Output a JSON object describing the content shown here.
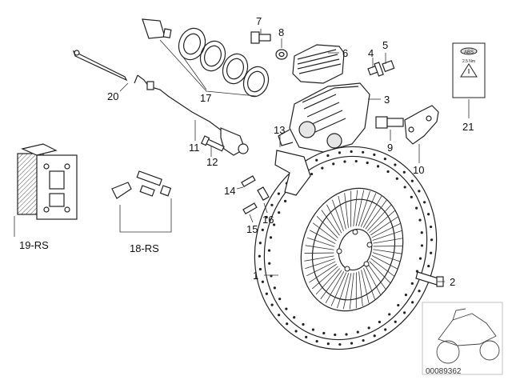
{
  "diagram": {
    "callouts": {
      "c1": "1",
      "c2": "2",
      "c3": "3",
      "c4": "4",
      "c5": "5",
      "c6": "6",
      "c7": "7",
      "c8": "8",
      "c9": "9",
      "c10": "10",
      "c11": "11",
      "c12": "12",
      "c13": "13",
      "c14": "14",
      "c15": "15",
      "c16": "16",
      "c17": "17",
      "c18": "18-RS",
      "c19": "19-RS",
      "c20": "20",
      "c21": "21"
    },
    "label_logo": "ABS",
    "label_warning": "2.5 Nm",
    "image_code": "00089362"
  },
  "colors": {
    "line": "#222222",
    "bg": "#ffffff",
    "shade": "#d8d8d8"
  }
}
